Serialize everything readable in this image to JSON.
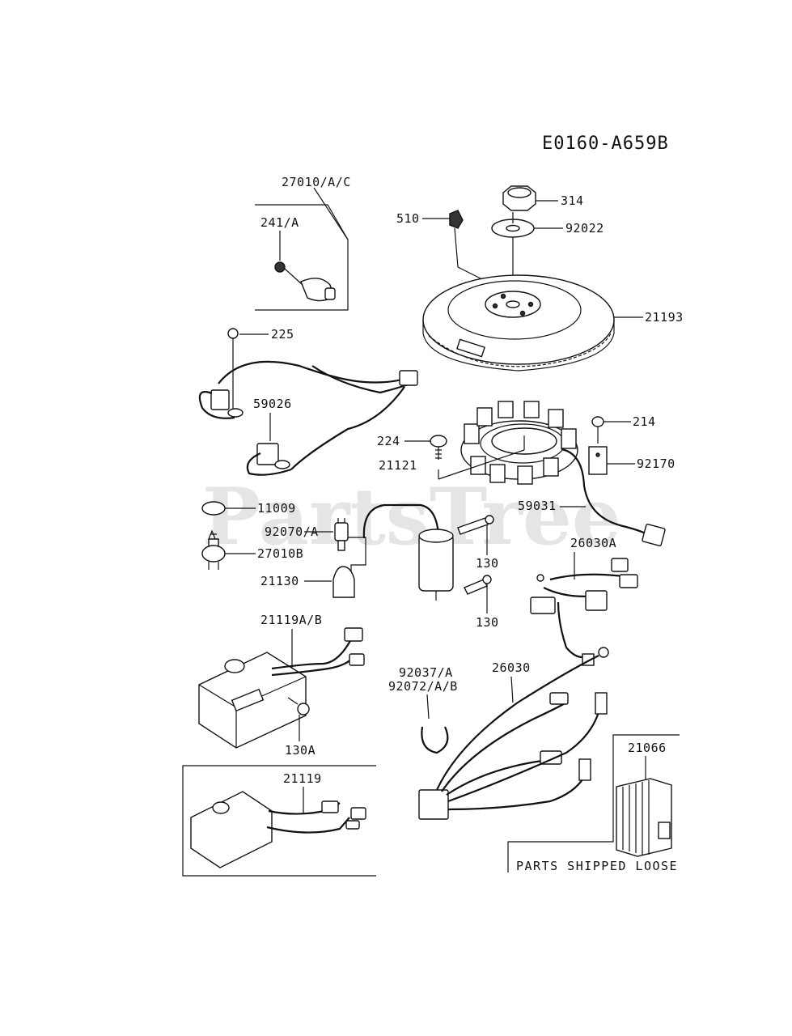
{
  "diagram_code": "E0160-A659B",
  "watermark": "PartsTree",
  "note": "PARTS SHIPPED LOOSE",
  "labels": {
    "p27010AC": "27010/A/C",
    "p241A": "241/A",
    "p225": "225",
    "p59026": "59026",
    "p510": "510",
    "p314": "314",
    "p92022": "92022",
    "p21193": "21193",
    "p224": "224",
    "p21121": "21121",
    "p214": "214",
    "p92170": "92170",
    "p11009": "11009",
    "p92070A": "92070/A",
    "p27010B": "27010B",
    "p59031": "59031",
    "p130a": "130",
    "p130b": "130",
    "p26030A": "26030A",
    "p21130": "21130",
    "p21119AB": "21119A/B",
    "p130A": "130A",
    "p92037A": "92037/A",
    "p92072AB": "92072/A/B",
    "p26030": "26030",
    "p21066": "21066",
    "p21119": "21119"
  }
}
